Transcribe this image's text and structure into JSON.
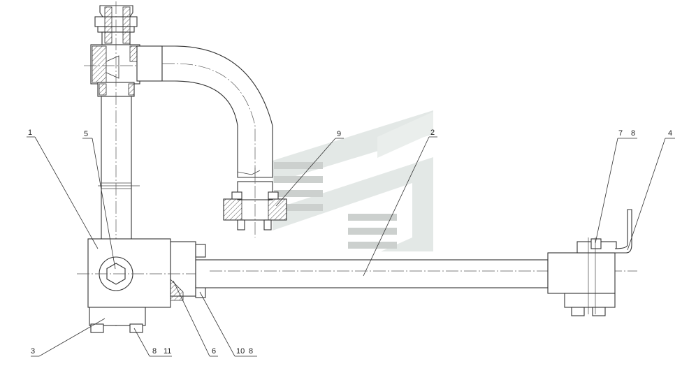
{
  "drawing": {
    "callouts": [
      {
        "id": "c1",
        "text": "1"
      },
      {
        "id": "c2",
        "text": "2"
      },
      {
        "id": "c3",
        "text": "3"
      },
      {
        "id": "c4",
        "text": "4"
      },
      {
        "id": "c5",
        "text": "5"
      },
      {
        "id": "c6",
        "text": "6"
      },
      {
        "id": "c7",
        "text": "7"
      },
      {
        "id": "c8a",
        "text": "8"
      },
      {
        "id": "c9",
        "text": "9"
      },
      {
        "id": "c8b",
        "text": "8"
      },
      {
        "id": "c11",
        "text": "11"
      },
      {
        "id": "c10",
        "text": "10"
      },
      {
        "id": "c8c",
        "text": "8"
      }
    ]
  }
}
